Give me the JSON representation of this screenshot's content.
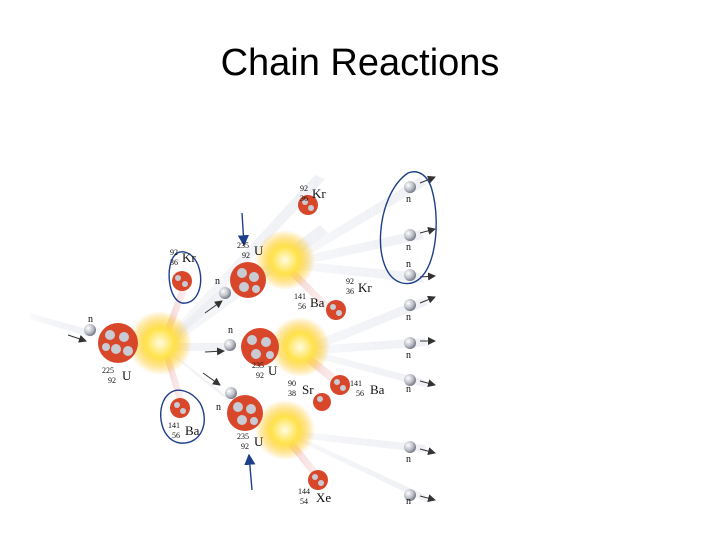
{
  "slide": {
    "title": "Chain Reactions"
  },
  "colors": {
    "neutron": "#b9bcc4",
    "proton": "#d9472b",
    "burst": "#ffe24a",
    "annotation": "#1d3f8a",
    "ray": "#e6e8ee"
  },
  "labels": {
    "n": "n",
    "u_mass": "235",
    "u_mass_first": "225",
    "u_z": "92",
    "u_sym": "U",
    "kr_mass": "92",
    "kr_z": "36",
    "kr_sym": "Kr",
    "ba_mass": "141",
    "ba_z": "56",
    "ba_sym": "Ba",
    "sr_mass": "90",
    "sr_z": "38",
    "sr_sym": "Sr",
    "xe_mass": "144",
    "xe_z": "54",
    "xe_sym": "Xe"
  },
  "annotations": [
    "circle-kr-product",
    "circle-ba-product",
    "arrow-incoming-u-top",
    "arrow-incoming-u-bottom",
    "circle-right-neutrons"
  ]
}
